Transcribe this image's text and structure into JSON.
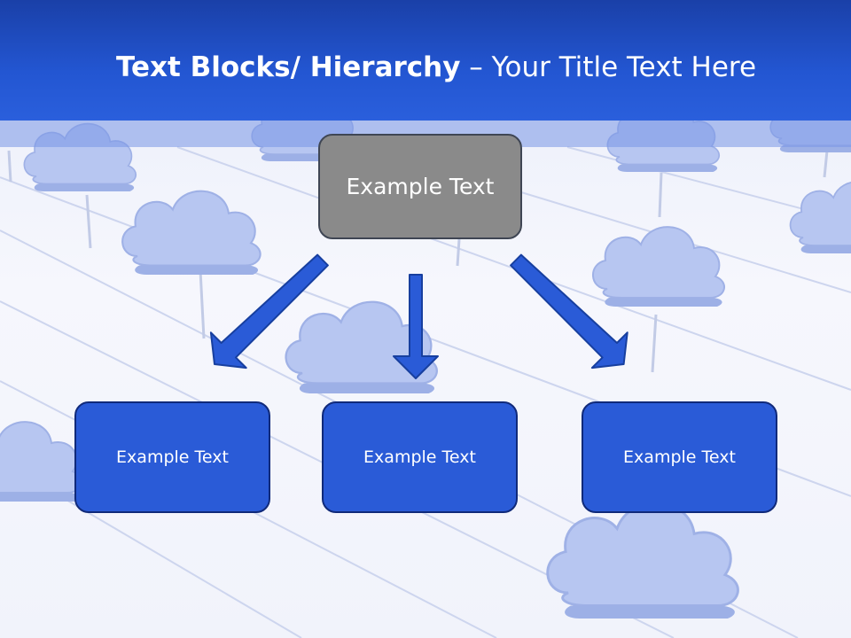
{
  "slide": {
    "title_bold": "Text Blocks/ Hierarchy",
    "title_dash": " – ",
    "title_rest": "Your Title Text Here"
  },
  "diagram": {
    "top_node": "Example Text",
    "children": [
      "Example Text",
      "Example Text",
      "Example Text"
    ]
  },
  "colors": {
    "header": "#2356d2",
    "top_box": "#8a8a8a",
    "child_box": "#2a5bd7",
    "arrow": "#2a5bd7"
  }
}
